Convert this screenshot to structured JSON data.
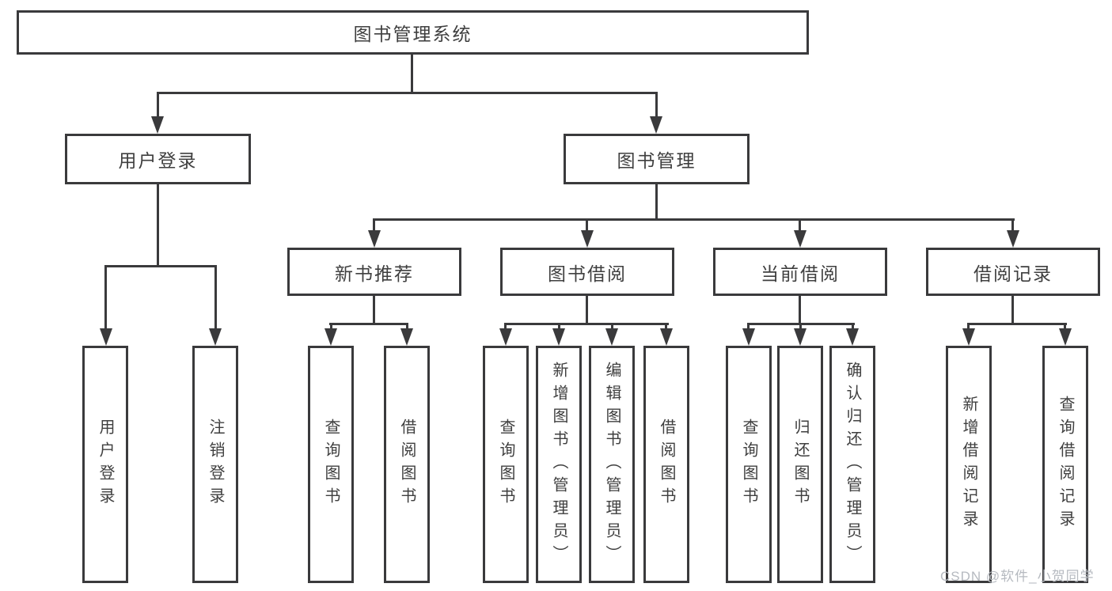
{
  "diagram": {
    "root": {
      "label": "图书管理系统"
    },
    "level2": [
      {
        "label": "用户登录",
        "children": [
          "用户登录",
          "注销登录"
        ]
      },
      {
        "label": "图书管理",
        "children": [
          {
            "label": "新书推荐",
            "children": [
              "查询图书",
              "借阅图书"
            ]
          },
          {
            "label": "图书借阅",
            "children": [
              "查询图书",
              "新增图书（管理员）",
              "编辑图书（管理员）",
              "借阅图书"
            ]
          },
          {
            "label": "当前借阅",
            "children": [
              "查询图书",
              "归还图书",
              "确认归还（管理员）"
            ]
          },
          {
            "label": "借阅记录",
            "children": [
              "新增借阅记录",
              "查询借阅记录"
            ]
          }
        ]
      }
    ],
    "colors": {
      "line": "#3a3a3c",
      "text": "#3f3f3f",
      "watermark": "#b6bac0"
    }
  },
  "watermark": {
    "text": "CSDN @软件_小贺同学"
  }
}
